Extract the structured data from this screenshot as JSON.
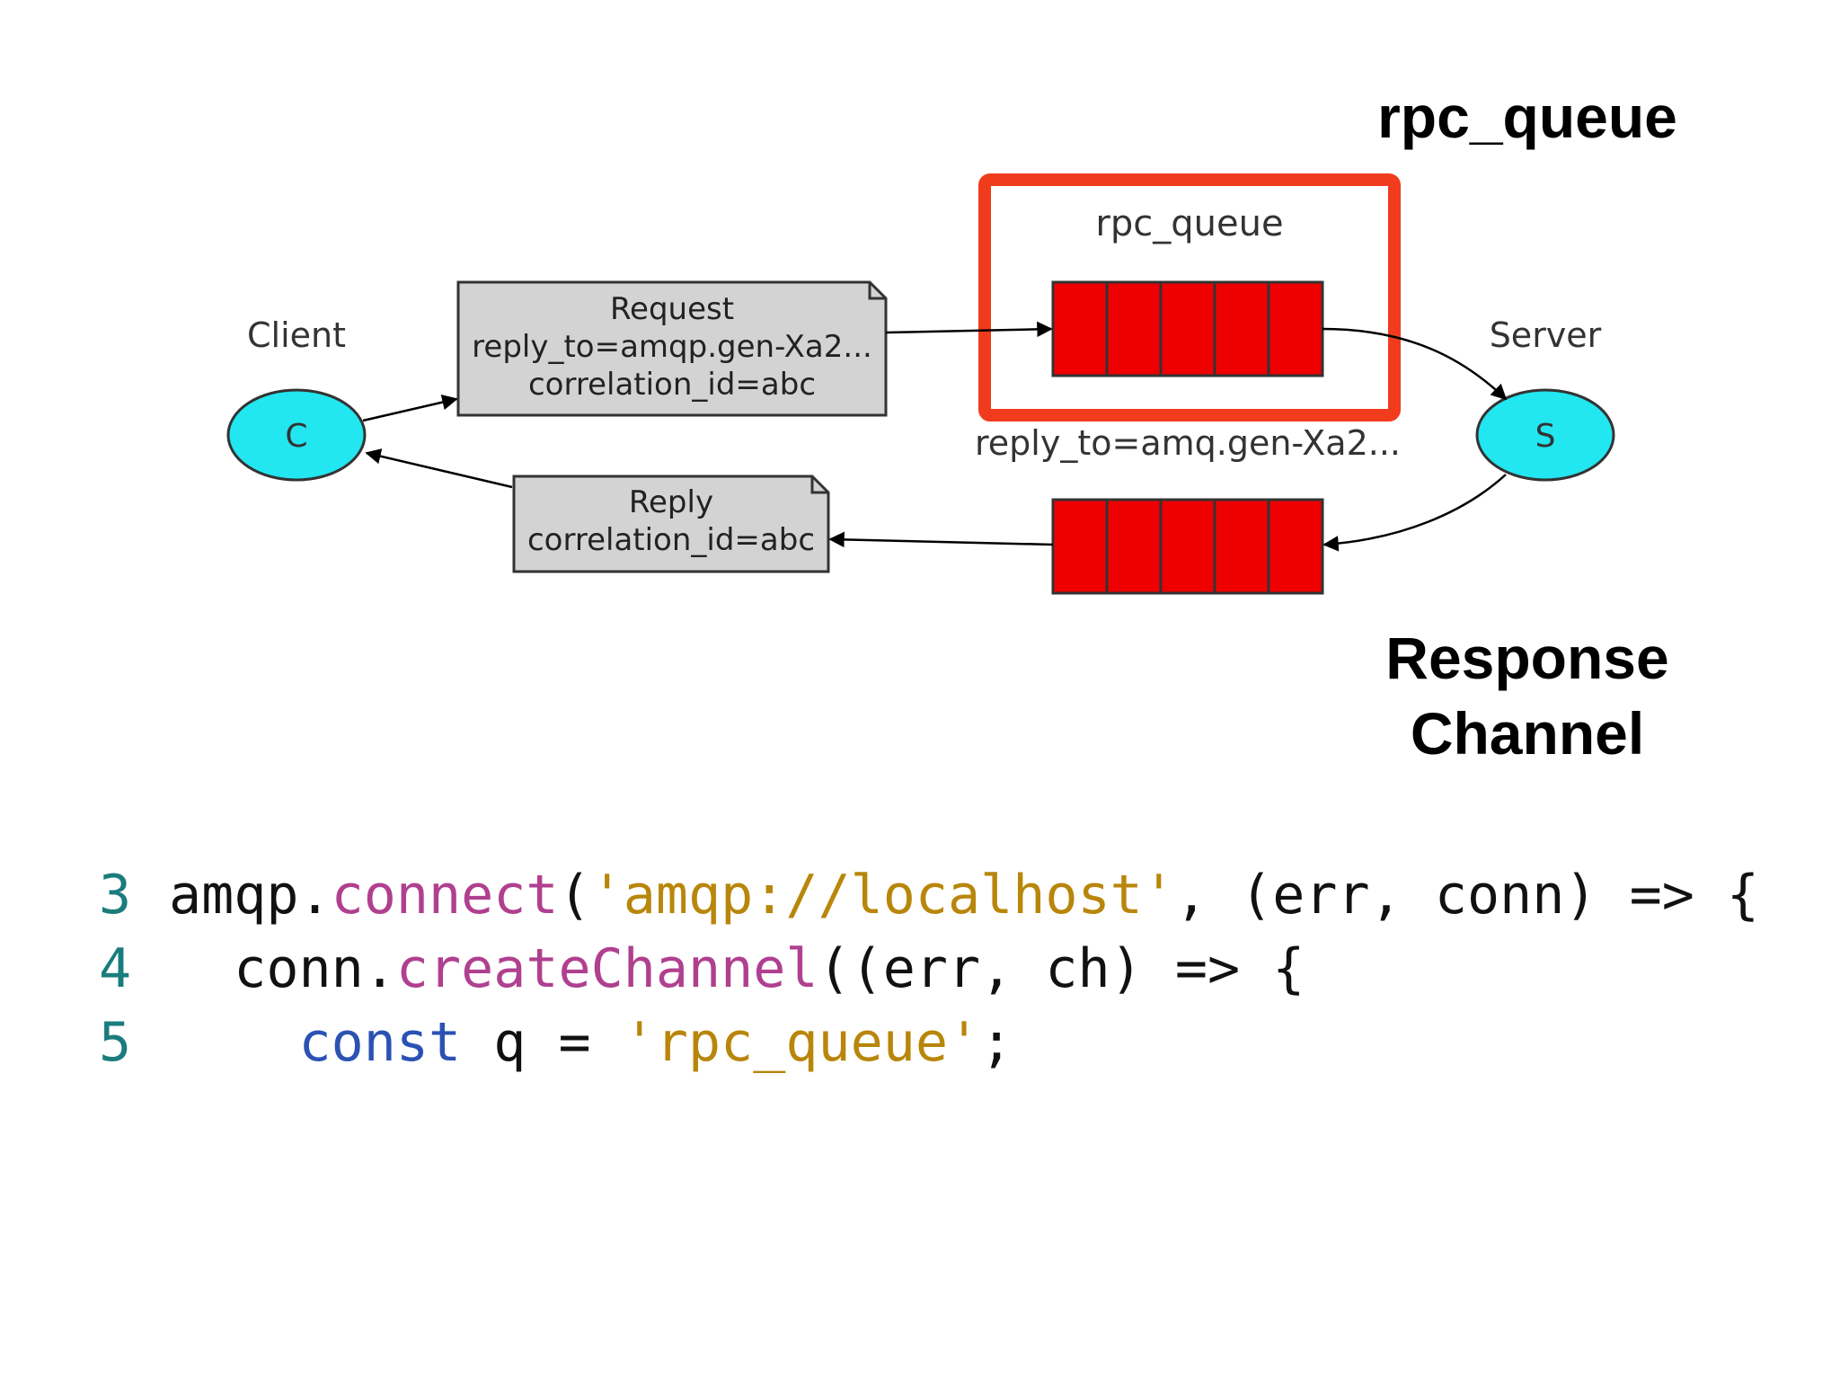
{
  "diagram": {
    "client_label": "Client",
    "client_node": "C",
    "server_label": "Server",
    "server_node": "S",
    "request_note": {
      "title": "Request",
      "line1": "reply_to=amqp.gen-Xa2...",
      "line2": "correlation_id=abc"
    },
    "reply_note": {
      "title": "Reply",
      "line1": "correlation_id=abc"
    },
    "rpc_queue_label": "rpc_queue",
    "reply_queue_label": "reply_to=amq.gen-Xa2...",
    "highlight_color": "#f03c1c",
    "queue_color": "#ee0000",
    "node_color": "#22e6f0"
  },
  "callouts": {
    "rpc_queue": "rpc_queue",
    "response_line1": "Response",
    "response_line2": "Channel"
  },
  "code": {
    "lines": [
      {
        "num": "3",
        "indent": "",
        "p1": "amqp.",
        "fn": "connect",
        "p2": "(",
        "str": "'amqp://localhost'",
        "p3": ", (err, conn) => {"
      },
      {
        "num": "4",
        "indent": "  ",
        "p1": "conn.",
        "fn": "createChannel",
        "p2": "((err, ch) => {"
      },
      {
        "num": "5",
        "indent": "    ",
        "kw": "const",
        "p1": " q = ",
        "str": "'rpc_queue'",
        "p2": ";"
      }
    ]
  }
}
